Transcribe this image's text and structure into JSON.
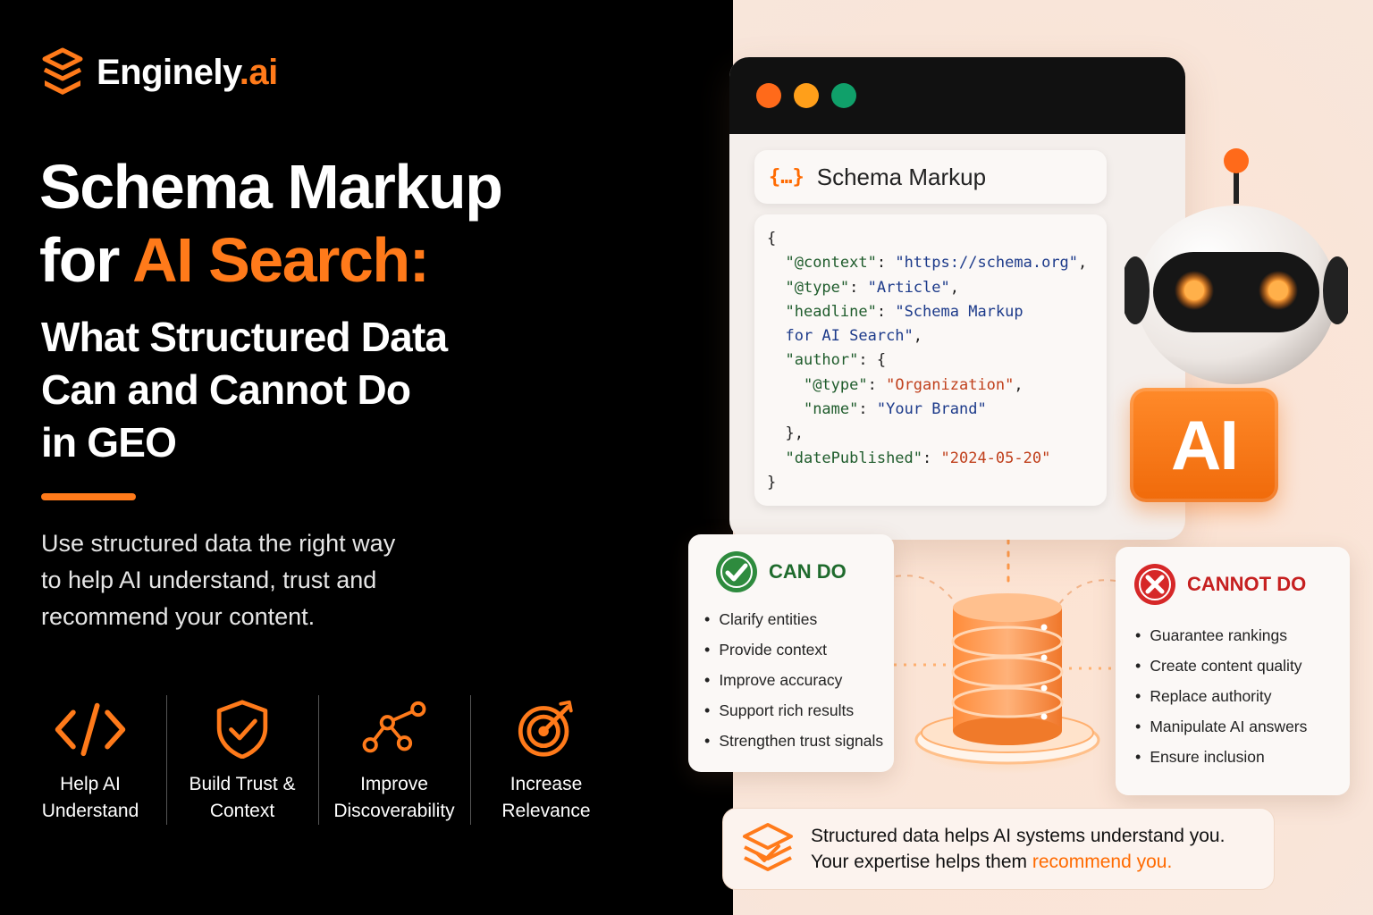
{
  "brand": {
    "name": "Enginely",
    "suffix": ".ai",
    "icon": "stacked-layers-icon"
  },
  "title": {
    "line1": "Schema Markup",
    "line2_prefix": "for ",
    "line2_accent": "AI Search:"
  },
  "subtitle": {
    "line1": "What Structured Data",
    "line2": "Can and Cannot Do",
    "line3": "in GEO"
  },
  "description": {
    "line1": "Use structured data the right way",
    "line2": "to help AI understand, trust and",
    "line3": "recommend your content."
  },
  "features": [
    {
      "icon": "code-icon",
      "line1": "Help AI",
      "line2": "Understand"
    },
    {
      "icon": "shield-check-icon",
      "line1": "Build Trust &",
      "line2": "Context"
    },
    {
      "icon": "network-nodes-icon",
      "line1": "Improve",
      "line2": "Discoverability"
    },
    {
      "icon": "target-icon",
      "line1": "Increase",
      "line2": "Relevance"
    }
  ],
  "schema_card": {
    "brace": "{…}",
    "title": "Schema Markup",
    "code": {
      "open": "{",
      "context_key": "\"@context\"",
      "context_val": "\"https://schema.org\"",
      "type_key": "\"@type\"",
      "type_val": "\"Article\"",
      "headline_key": "\"headline\"",
      "headline_val1": "\"Schema Markup",
      "headline_val2": "for AI Search\"",
      "author_key": "\"author\"",
      "author_type_key": "\"@type\"",
      "author_type_val": "\"Organization\"",
      "name_key": "\"name\"",
      "name_val": "\"Your Brand\"",
      "close_inner": "},",
      "date_key": "\"datePublished\"",
      "date_val": "\"2024-05-20\"",
      "close": "}"
    }
  },
  "ai_badge": "AI",
  "can_do": {
    "title": "CAN DO",
    "icon": "check-circle-icon",
    "items": [
      "Clarify entities",
      "Provide context",
      "Improve accuracy",
      "Support rich results",
      "Strengthen trust signals"
    ]
  },
  "cannot_do": {
    "title": "CANNOT DO",
    "icon": "x-circle-icon",
    "items": [
      "Guarantee rankings",
      "Create content quality",
      "Replace authority",
      "Manipulate AI answers",
      "Ensure inclusion"
    ]
  },
  "banner": {
    "line1": "Structured data helps AI systems understand you.",
    "line2_prefix": "Your expertise helps them ",
    "line2_accent": "recommend you."
  },
  "colors": {
    "accent": "#ff7a1a",
    "can_green": "#2e8b3e",
    "cannot_red": "#d62828",
    "bg_dark": "#000000",
    "bg_light": "#fbeee6"
  }
}
